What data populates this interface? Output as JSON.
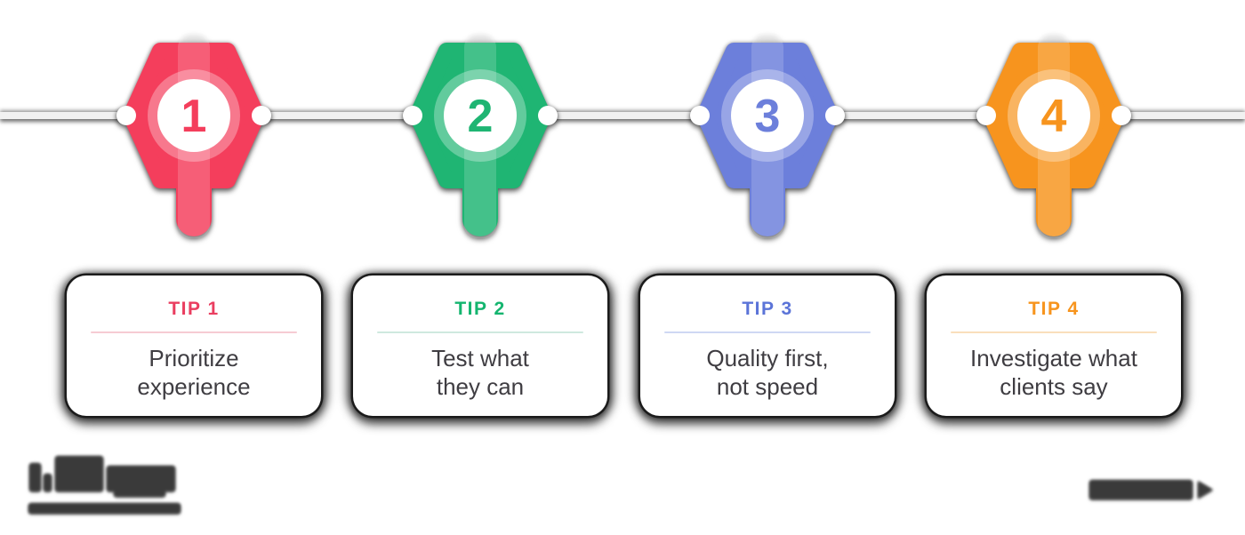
{
  "page": {
    "background": "#ffffff",
    "text_color": "#3f3d42"
  },
  "timeline": {
    "line_color": "#f1f1f1",
    "markers": [
      {
        "number": "1",
        "color": "#F43E5C"
      },
      {
        "number": "2",
        "color": "#1FB573"
      },
      {
        "number": "3",
        "color": "#6C7FDB"
      },
      {
        "number": "4",
        "color": "#F7941E"
      }
    ]
  },
  "tips": [
    {
      "label": "TIP 1",
      "text": "Prioritize\nexperience",
      "accent": "#EA3E60",
      "divider": "#F6CBD3"
    },
    {
      "label": "TIP 2",
      "text": "Test what\nthey can",
      "accent": "#14B56F",
      "divider": "#CFE9DF"
    },
    {
      "label": "TIP 3",
      "text": "Quality first,\nnot speed",
      "accent": "#5B74D8",
      "divider": "#CFD8F3"
    },
    {
      "label": "TIP 4",
      "text": "Investigate what\nclients say",
      "accent": "#F7941D",
      "divider": "#FADFBC"
    }
  ],
  "footer": {
    "left_logo_icon": "blurred-brand-wordmark",
    "left_tagline_icon": "blurred-tagline-bar",
    "right_logo_icon": "blurred-brand-wordmark-with-arrow",
    "logo_color": "#3a3a3a"
  }
}
